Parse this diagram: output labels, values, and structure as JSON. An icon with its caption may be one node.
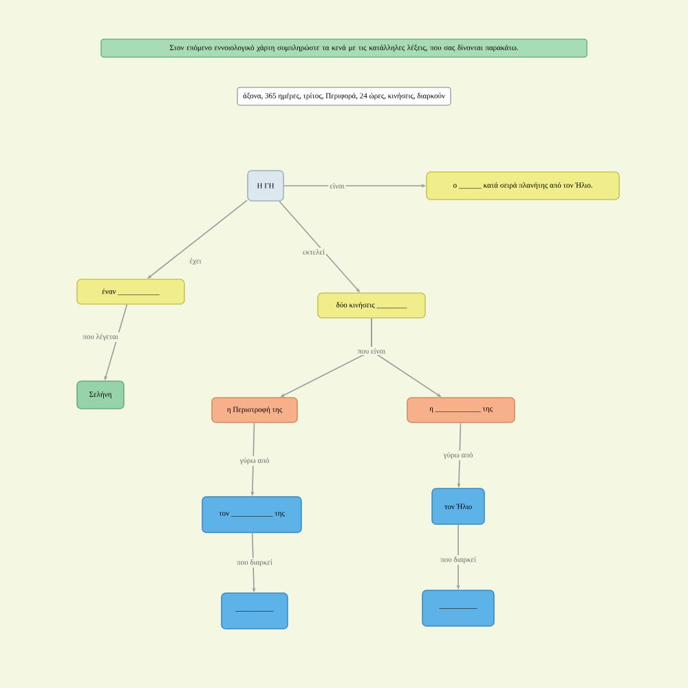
{
  "diagram": {
    "title": "Στον επόμενο εννοιολογικό χάρτη συμπληρώστε τα κενά με τις κατάλληλες λέξεις, που σας δίνονται παρακάτω.",
    "nodes": [
      {
        "text": [
          "Η ΓΗ"
        ]
      },
      {
        "text": [
          "ο ______ κατά σειρά πλανήτης από τον Ήλιο."
        ]
      },
      {
        "text": [
          "έναν ___________"
        ]
      },
      {
        "text": [
          "δύο κινήσεις ________"
        ]
      },
      {
        "text": [
          "Σελήνη"
        ]
      },
      {
        "text": [
          "η Περιστροφή της"
        ]
      },
      {
        "text": [
          "η ____________ της"
        ]
      },
      {
        "text": [
          "τον ___________ της"
        ]
      },
      {
        "text": [
          "τον Ήλιο"
        ]
      },
      {
        "text": [
          "__________"
        ]
      },
      {
        "text": [
          "__________"
        ]
      }
    ],
    "edges": [
      {
        "from": 0,
        "to": 1,
        "arrow": "to",
        "label": "είναι"
      },
      {
        "from": 0,
        "to": 2,
        "arrow": "to",
        "label": "έχει"
      },
      {
        "from": 0,
        "to": 3,
        "arrow": "to",
        "label": "εκτελεί"
      },
      {
        "from": 2,
        "to": 4,
        "arrow": "to",
        "label": "που λέγεται"
      },
      {
        "from": 3,
        "to": 5,
        "arrow": "to",
        "label": "που είναι"
      },
      {
        "from": 3,
        "to": 6,
        "arrow": "to"
      },
      {
        "from": 5,
        "to": 7,
        "arrow": "to",
        "label": "γύρω από"
      },
      {
        "from": 6,
        "to": 8,
        "arrow": "to",
        "label": "γύρω από"
      },
      {
        "from": 7,
        "to": 9,
        "arrow": "to",
        "label": "που διαρκεί"
      },
      {
        "from": 8,
        "to": 10,
        "arrow": "to",
        "label": "που διαρκεί"
      }
    ],
    "labels": [
      "άξονα, 365 ημέρες, τρίτος, Περιφορά, 24 ώρες, κινήσεις, διαρκούν"
    ]
  }
}
